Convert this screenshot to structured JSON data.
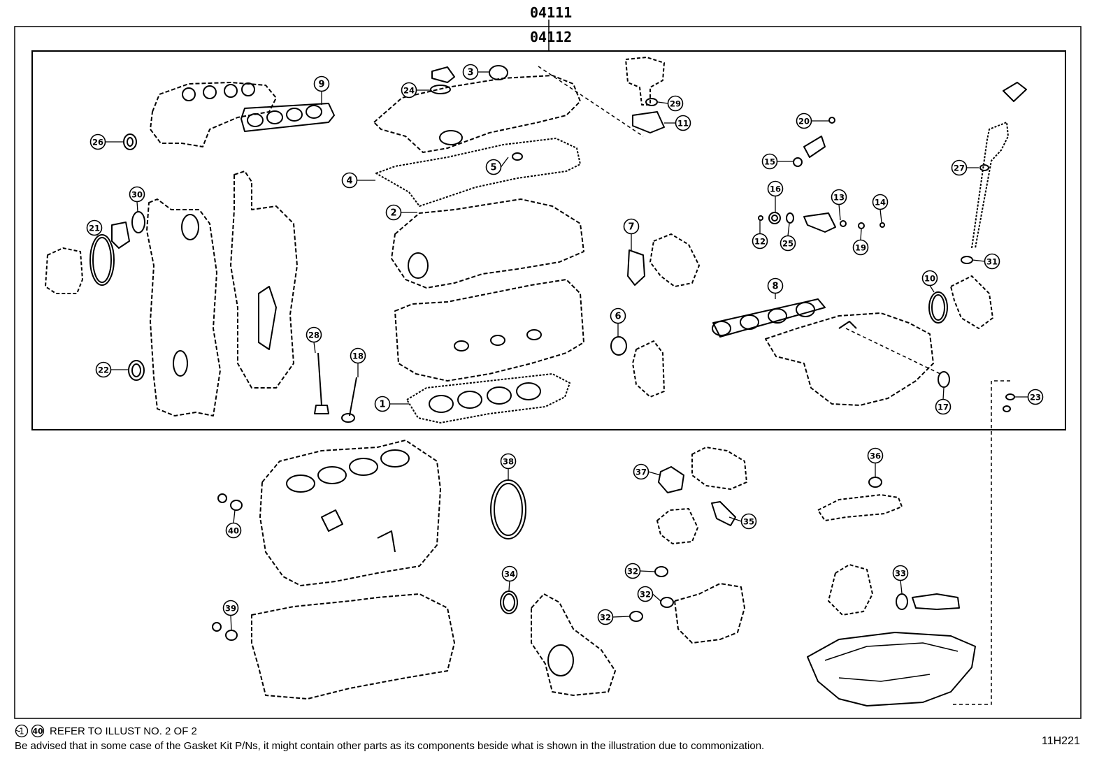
{
  "header": {
    "outer_kit_code": "04111",
    "inner_kit_code": "04112"
  },
  "callouts": {
    "items": [
      {
        "num": "1"
      },
      {
        "num": "2"
      },
      {
        "num": "3"
      },
      {
        "num": "4"
      },
      {
        "num": "5"
      },
      {
        "num": "6"
      },
      {
        "num": "7"
      },
      {
        "num": "8"
      },
      {
        "num": "9"
      },
      {
        "num": "10"
      },
      {
        "num": "11"
      },
      {
        "num": "12"
      },
      {
        "num": "13"
      },
      {
        "num": "14"
      },
      {
        "num": "15"
      },
      {
        "num": "16"
      },
      {
        "num": "17"
      },
      {
        "num": "18"
      },
      {
        "num": "19"
      },
      {
        "num": "20"
      },
      {
        "num": "21"
      },
      {
        "num": "22"
      },
      {
        "num": "23"
      },
      {
        "num": "24"
      },
      {
        "num": "25"
      },
      {
        "num": "26"
      },
      {
        "num": "27"
      },
      {
        "num": "28"
      },
      {
        "num": "29"
      },
      {
        "num": "30"
      },
      {
        "num": "31"
      },
      {
        "num": "32"
      },
      {
        "num": "32"
      },
      {
        "num": "32"
      },
      {
        "num": "33"
      },
      {
        "num": "34"
      },
      {
        "num": "35"
      },
      {
        "num": "36"
      },
      {
        "num": "37"
      },
      {
        "num": "38"
      },
      {
        "num": "39"
      },
      {
        "num": "40"
      }
    ]
  },
  "footer": {
    "range_start": "1",
    "range_end": "40",
    "range_sep": "~",
    "refer_text": "REFER TO ILLUST NO. 2 OF 2",
    "advisory_text": "Be advised that in some case of the Gasket Kit P/Ns,  it might contain other parts as its components beside what is shown in the illustration due to commonization.",
    "illustration_id": "11H221"
  }
}
